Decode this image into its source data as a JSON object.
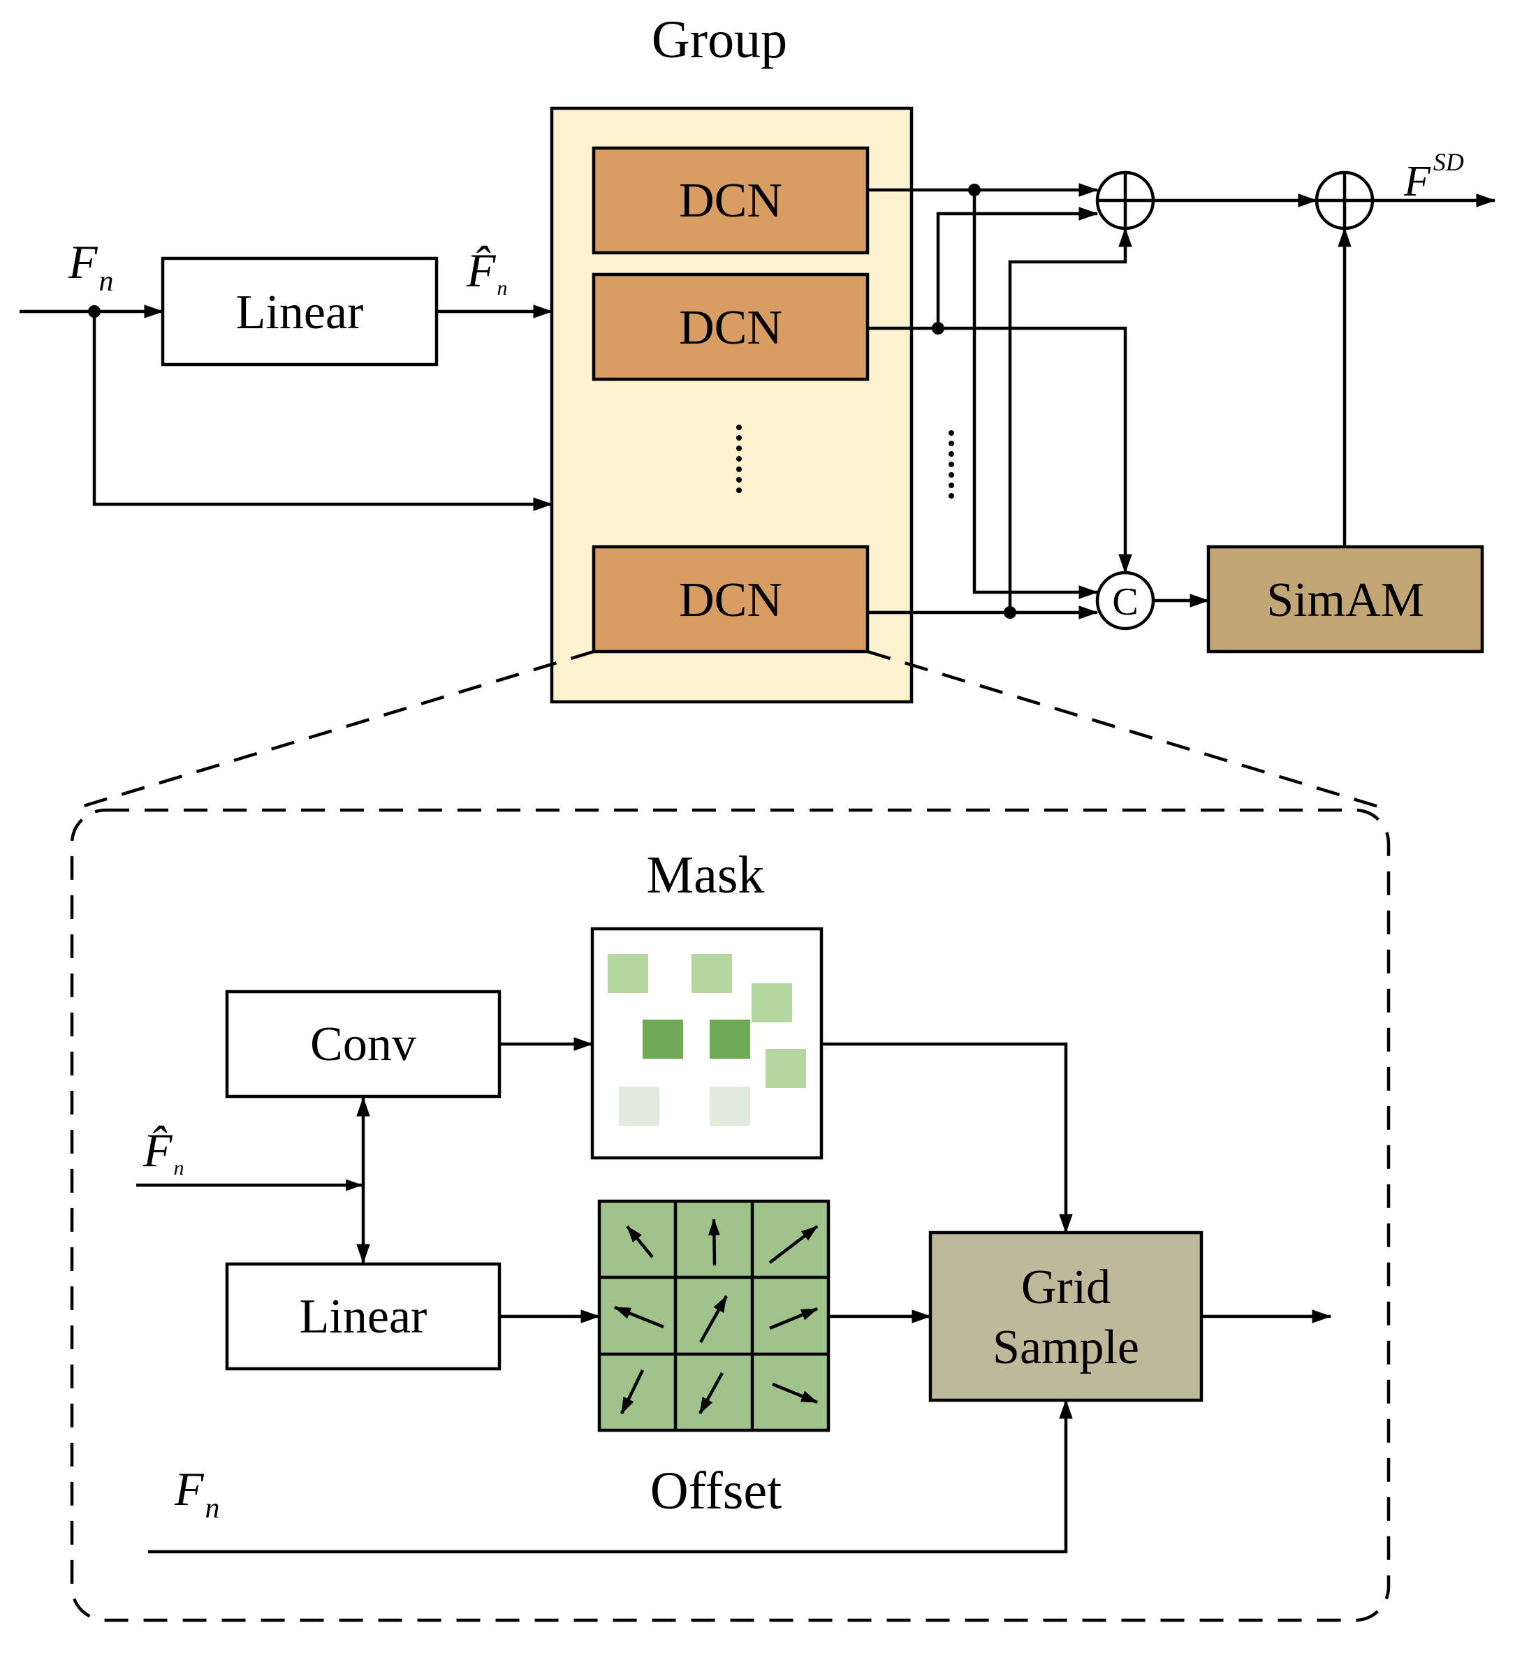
{
  "group": {
    "title": "Group"
  },
  "dcn": {
    "label": "DCN"
  },
  "linear_top": {
    "label": "Linear"
  },
  "simam": {
    "label": "SimAM"
  },
  "concat": {
    "label": "C"
  },
  "inputs": {
    "f": "F",
    "sub": "n",
    "f_hat": "F̂",
    "sup": "SD"
  },
  "detail": {
    "mask_title": "Mask",
    "offset_title": "Offset",
    "conv": "Conv",
    "linear": "Linear",
    "grid_line1": "Grid",
    "grid_line2": "Sample"
  },
  "colors": {
    "group_bg": "#fdf2d0",
    "dcn_fill": "#d99c62",
    "simam_fill": "#c2a675",
    "grid_fill": "#beb99b",
    "offset_fill": "#a0c38c",
    "mask_dark": "#6eaa55",
    "mask_mid": "#b4d7a0",
    "mask_light": "#e1ebdc"
  }
}
